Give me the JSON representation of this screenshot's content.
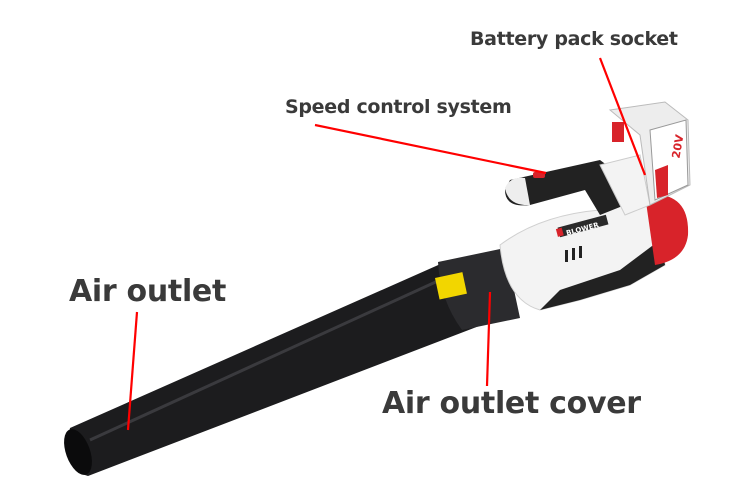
{
  "labels": {
    "battery": "Battery pack socket",
    "speed": "Speed control system",
    "outlet": "Air outlet",
    "cover": "Air outlet cover"
  },
  "product_marks": {
    "logo": "BLOWER",
    "voltage": "20V"
  },
  "colors": {
    "leader_line": "#ff0000",
    "text": "#3a3a3a",
    "accent": "#d8232a"
  }
}
